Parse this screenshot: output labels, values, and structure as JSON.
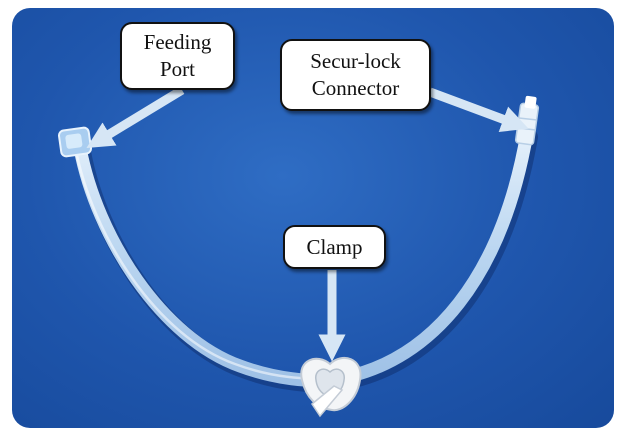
{
  "labels": {
    "feeding_port": {
      "line1": "Feeding",
      "line2": "Port"
    },
    "securlock_connector": {
      "line1": "Secur-lock",
      "line2": "Connector"
    },
    "clamp": {
      "line1": "Clamp"
    }
  },
  "colors": {
    "background_blue": "#1f56ad",
    "tube": "#cfe4f7",
    "arrow": "#d6e6f5",
    "callout_fill": "#ffffff",
    "callout_border": "#111111"
  }
}
